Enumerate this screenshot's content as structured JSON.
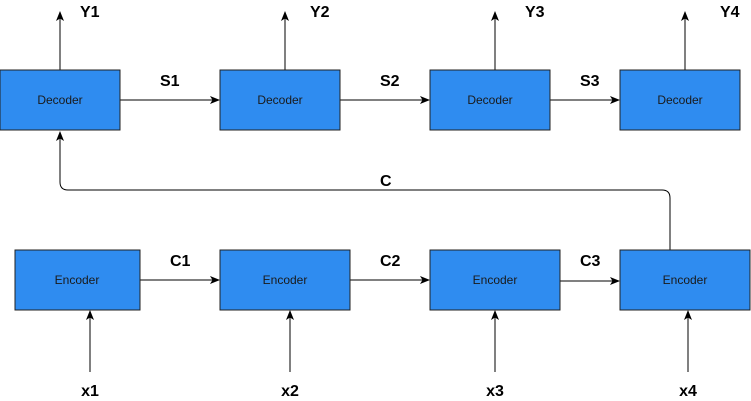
{
  "colors": {
    "box_fill": "#2f8cf0",
    "box_stroke": "#222222",
    "line": "#000000"
  },
  "decoders": [
    {
      "label": "Decoder",
      "output": "Y1"
    },
    {
      "label": "Decoder",
      "output": "Y2"
    },
    {
      "label": "Decoder",
      "output": "Y3"
    },
    {
      "label": "Decoder",
      "output": "Y4"
    }
  ],
  "encoders": [
    {
      "label": "Encoder",
      "input": "x1"
    },
    {
      "label": "Encoder",
      "input": "x2"
    },
    {
      "label": "Encoder",
      "input": "x3"
    },
    {
      "label": "Encoder",
      "input": "x4"
    }
  ],
  "state_labels": [
    "S1",
    "S2",
    "S3"
  ],
  "context_labels": [
    "C1",
    "C2",
    "C3"
  ],
  "context_vector_label": "C"
}
